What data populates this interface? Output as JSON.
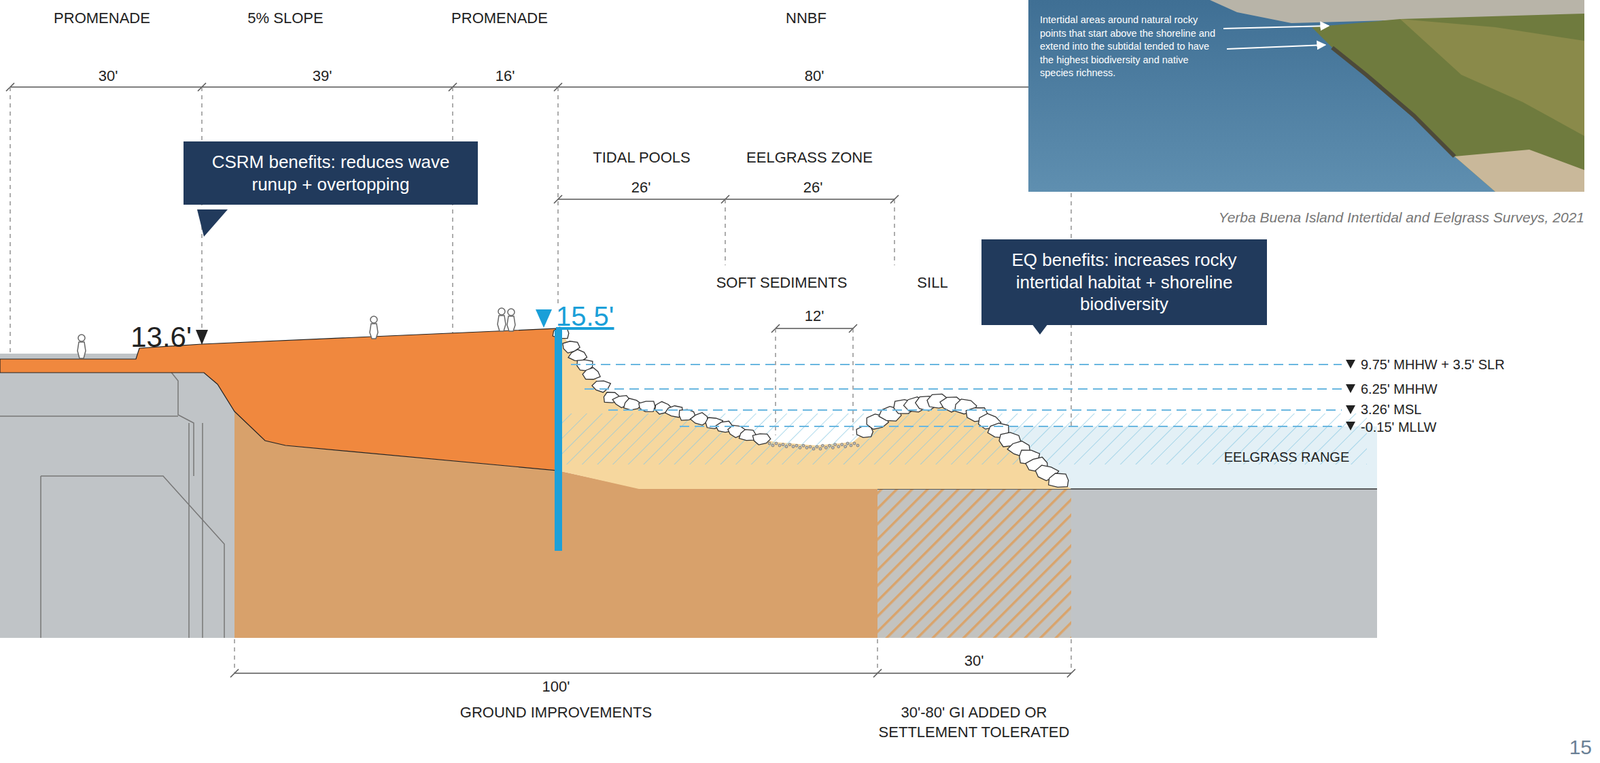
{
  "diagram": {
    "nodes": [
      {
        "text": [
          "CSRM benefits: reduces wave runup + overtopping"
        ]
      },
      {
        "text": [
          "Intertidal areas around natural rocky points that start above the shoreline and extend into the subtidal tended to have the highest biodiversity and native species richness."
        ]
      },
      {
        "text": [
          "EQ benefits: increases rocky intertidal habitat + shoreline biodiversity"
        ]
      }
    ],
    "labels": [
      "PROMENADE",
      "5% SLOPE",
      "PROMENADE",
      "NNBF",
      "30'",
      "39'",
      "16'",
      "80'",
      "TIDAL POOLS",
      "EELGRASS ZONE",
      "26'",
      "26'",
      "SOFT SEDIMENTS",
      "SILL",
      "12'",
      "13.6'",
      "15.5'",
      "9.75' MHHW + 3.5' SLR",
      "6.25' MHHW",
      "3.26' MSL",
      "-0.15' MLLW",
      "EELGRASS RANGE",
      "100'",
      "GROUND IMPROVEMENTS",
      "30'",
      "30'-80' GI ADDED OR SETTLEMENT TOLERATED",
      "Yerba Buena Island Intertidal and Eelgrass Surveys, 2021",
      "15"
    ]
  }
}
